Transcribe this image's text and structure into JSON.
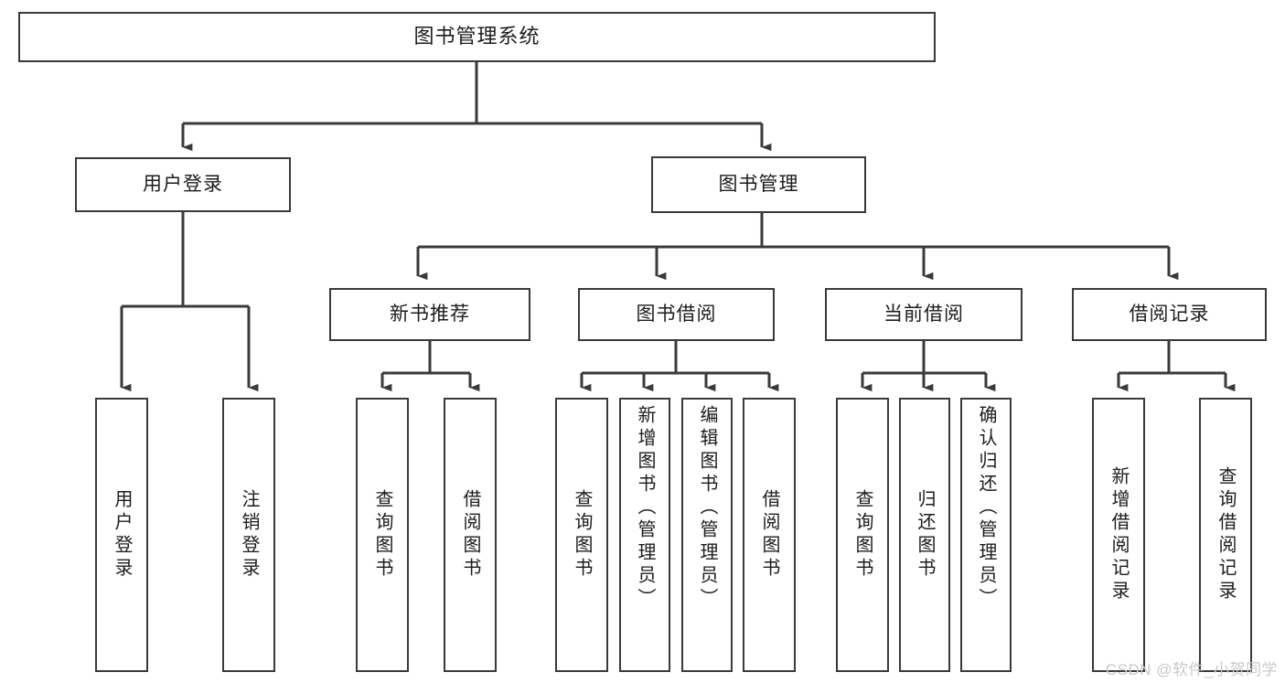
{
  "diagram": {
    "title": "图书管理系统",
    "type": "tree-hierarchy",
    "watermark": "CSDN @软件_小贺同学",
    "colors": {
      "box_border": "#3a3a3a",
      "box_fill": "#ffffff",
      "edge": "#3a3a3a",
      "text": "#1c1c1c",
      "watermark": "#c9c9c9",
      "background": "#ffffff"
    }
  },
  "nodes": {
    "root": {
      "label": "图书管理系统"
    },
    "level2": [
      {
        "id": "user-login",
        "label": "用户登录"
      },
      {
        "id": "book-manage",
        "label": "图书管理"
      }
    ],
    "level3": [
      {
        "id": "new-book-recommend",
        "label": "新书推荐"
      },
      {
        "id": "book-borrow",
        "label": "图书借阅"
      },
      {
        "id": "current-borrow",
        "label": "当前借阅"
      },
      {
        "id": "borrow-record",
        "label": "借阅记录"
      }
    ],
    "leaves": {
      "user_login": [
        {
          "id": "leaf-user-login",
          "label": "用户登录"
        },
        {
          "id": "leaf-logout-login",
          "label": "注销登录"
        }
      ],
      "new_book_recommend": [
        {
          "id": "leaf-query-book-1",
          "label": "查询图书"
        },
        {
          "id": "leaf-borrow-book-1",
          "label": "借阅图书"
        }
      ],
      "book_borrow": [
        {
          "id": "leaf-query-book-2",
          "label": "查询图书"
        },
        {
          "id": "leaf-add-book",
          "label": "新增图书（管理员）"
        },
        {
          "id": "leaf-edit-book",
          "label": "编辑图书（管理员）"
        },
        {
          "id": "leaf-borrow-book-2",
          "label": "借阅图书"
        }
      ],
      "current_borrow": [
        {
          "id": "leaf-query-book-3",
          "label": "查询图书"
        },
        {
          "id": "leaf-return-book",
          "label": "归还图书"
        },
        {
          "id": "leaf-confirm-return",
          "label": "确认归还（管理员）"
        }
      ],
      "borrow_record": [
        {
          "id": "leaf-add-record",
          "label": "新增借阅记录"
        },
        {
          "id": "leaf-query-record",
          "label": "查询借阅记录"
        }
      ]
    }
  }
}
